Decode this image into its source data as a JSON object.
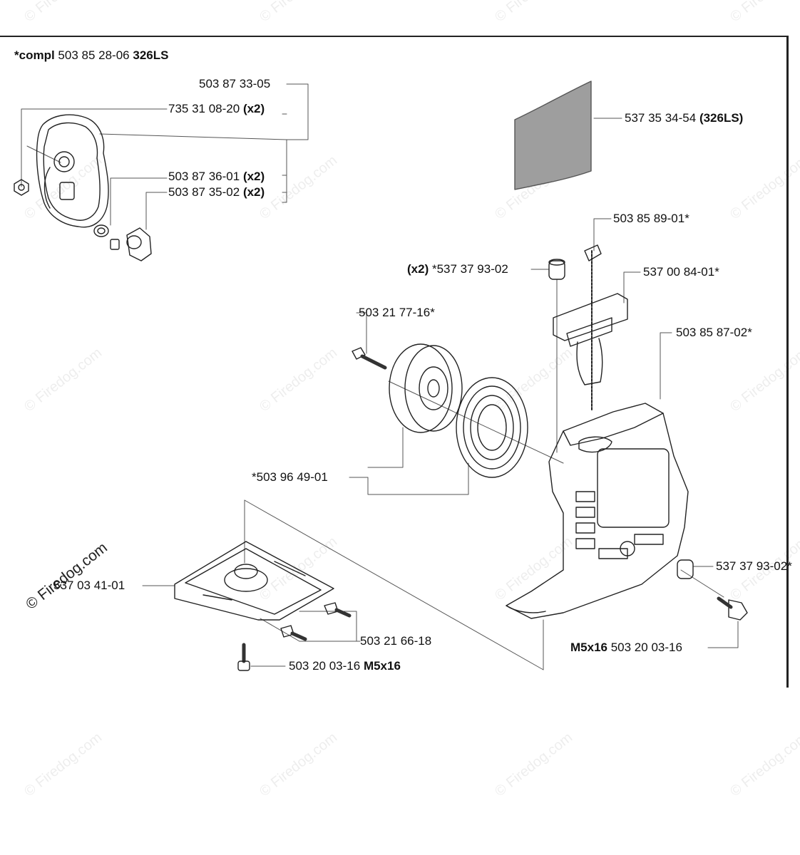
{
  "watermark": {
    "faint": "© Firedog.com",
    "strong": "© Firedog.com"
  },
  "header": {
    "compl_prefix": "*compl",
    "compl_number": "503 85 28-06",
    "compl_model": "326LS"
  },
  "labels": {
    "p_503873305": "503 87 33-05",
    "p_735310820": "735 31 08-20",
    "p_503873601": "503 87 36-01",
    "p_503873502": "503 87 35-02",
    "p_537353454": "537 35 34-54",
    "p_537353454_model": "(326LS)",
    "p_503858901": "503 85 89-01*",
    "p_537379302_top": "*537 37 93-02",
    "p_537008401": "537 00 84-01*",
    "p_503217716": "503 21 77-16*",
    "p_503858702": "503 85 87-02*",
    "p_503964901": "*503 96 49-01",
    "p_537379302_right": "537 37 93-02*",
    "p_537034101": "537 03 41-01",
    "p_503216618": "503 21 66-18",
    "p_503200316_right": "503 20 03-16",
    "p_503200316_left": "503 20 03-16",
    "x2": "(x2)",
    "m5x16": "M5x16"
  }
}
